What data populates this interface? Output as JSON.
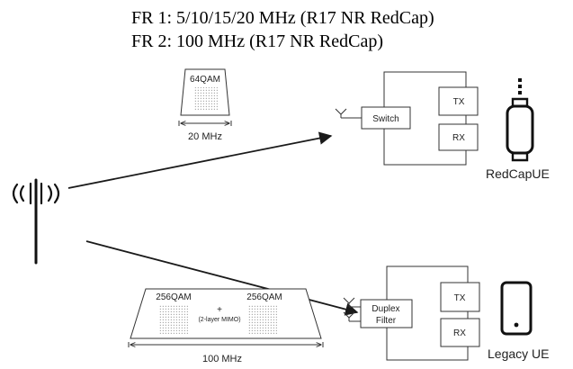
{
  "header": {
    "line1": "FR 1: 5/10/15/20 MHz (R17 NR RedCap)",
    "line2": "FR 2: 100 MHz (R17 NR RedCap)"
  },
  "redcap": {
    "qam": "64QAM",
    "bandwidth": "20 MHz",
    "switch_label": "Switch",
    "tx_label": "TX",
    "rx_label": "RX",
    "ue_label": "RedCapUE"
  },
  "legacy": {
    "qam_left": "256QAM",
    "qam_right": "256QAM",
    "plus": "+",
    "mimo": "(2-layer MIMO)",
    "bandwidth": "100 MHz",
    "duplex_line1": "Duplex",
    "duplex_line2": "Filter",
    "tx_label": "TX",
    "rx_label": "RX",
    "ue_label": "Legacy UE"
  },
  "icons": {
    "tower": "cell-tower-icon",
    "watch": "smartwatch-icon",
    "phone": "smartphone-icon",
    "antenna": "antenna-icon"
  },
  "colors": {
    "line": "#1a1a1a",
    "box_stroke": "#333333",
    "dot_grid": "#9a9a9a"
  }
}
